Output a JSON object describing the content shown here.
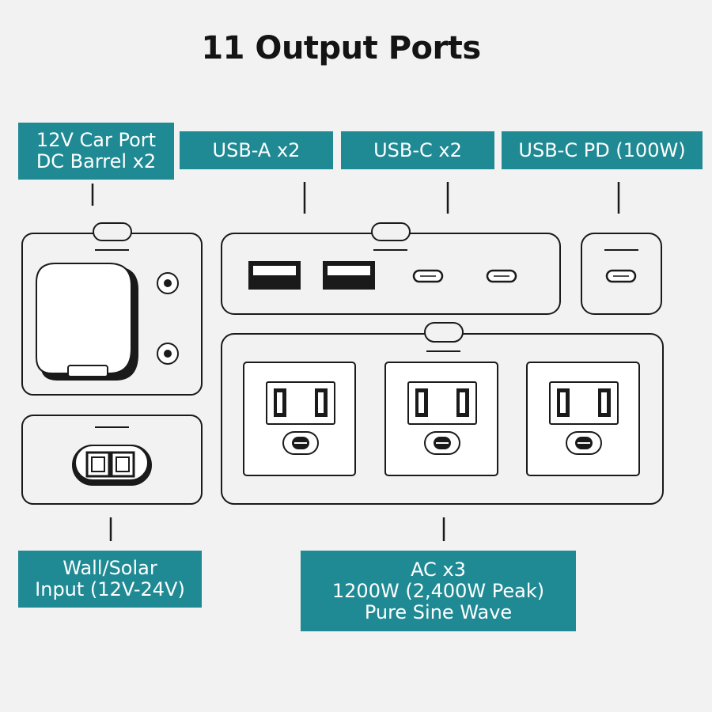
{
  "title": "11 Output Ports",
  "labels": {
    "car_port": {
      "line1": "12V Car Port",
      "line2": "DC Barrel x2"
    },
    "usb_a": "USB-A x2",
    "usb_c": "USB-C x2",
    "usb_c_pd": "USB-C PD (100W)",
    "wall_solar": {
      "line1": "Wall/Solar",
      "line2": "Input (12V-24V)"
    },
    "ac": {
      "line1": "AC x3",
      "line2": "1200W (2,400W Peak)",
      "line3": "Pure Sine Wave"
    }
  },
  "colors": {
    "label_bg": "#1f8a94",
    "label_text": "#ffffff",
    "outline": "#1a1a1a",
    "background": "#f2f2f2"
  },
  "icons": [
    "car-port-cover-icon",
    "dc-barrel-icon",
    "usb-a-icon",
    "usb-c-icon",
    "ac-outlet-icon",
    "dc-input-icon"
  ]
}
